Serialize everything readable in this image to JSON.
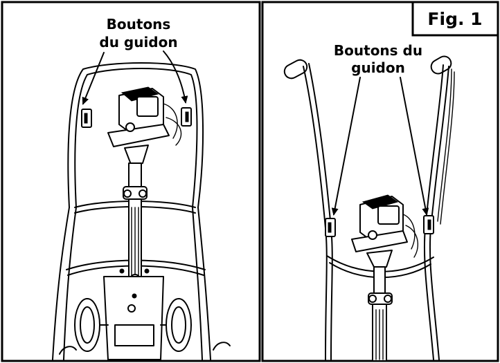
{
  "left_panel": {
    "label_line1": "Boutons",
    "label_line2": "du guidon"
  },
  "right_panel": {
    "label_line1": "Boutons du",
    "label_line2": "guidon"
  },
  "figure_label": "Fig. 1"
}
